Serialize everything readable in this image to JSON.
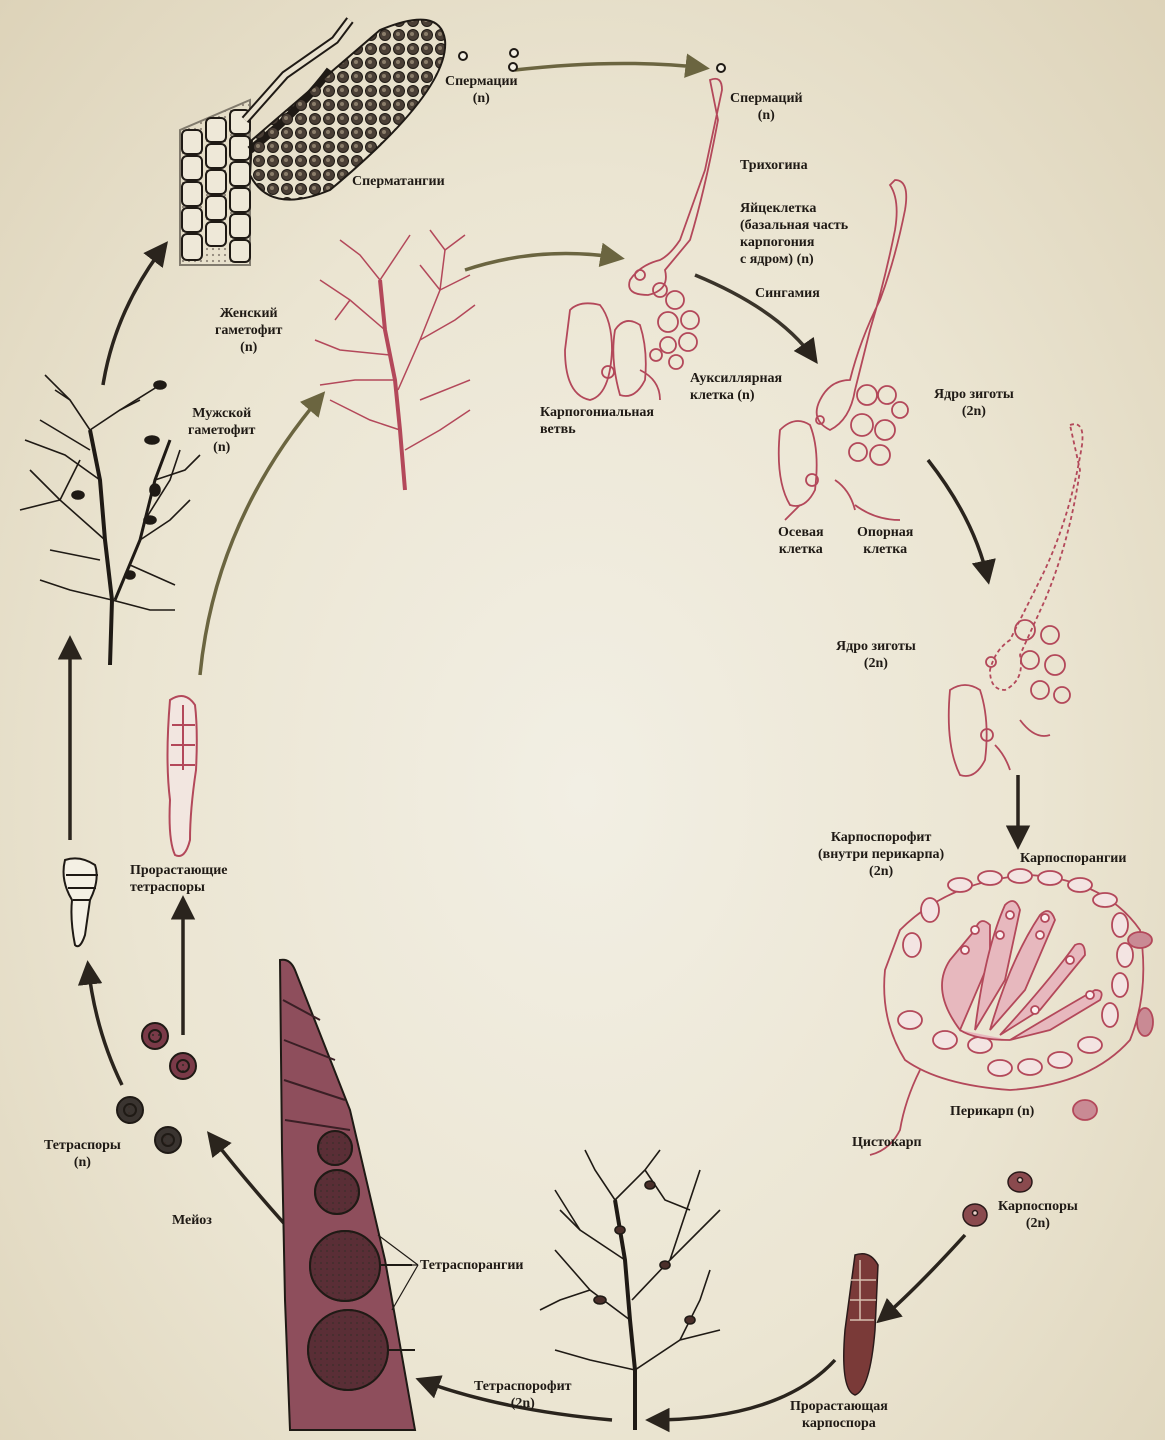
{
  "colors": {
    "paper": "#ece6d4",
    "ink": "#1f1a15",
    "red_ink": "#b3485a",
    "tetra_fill": "#7a3a48",
    "arrow_olive": "#6b6540"
  },
  "labels": {
    "spermatia": {
      "line1": "Спермации",
      "line2": "(n)"
    },
    "spermatium": {
      "line1": "Спермаций",
      "line2": "(n)"
    },
    "spermatangia": "Сперматангии",
    "trichogyne": "Трихогина",
    "egg": {
      "line1": "Яйцеклетка",
      "line2": "(базальная часть",
      "line3": "карпогония",
      "line4": "с ядром)  (n)"
    },
    "syngamy": "Сингамия",
    "female_gametophyte": {
      "line1": "Женский",
      "line2": "гаметофит",
      "line3": "(n)"
    },
    "male_gametophyte": {
      "line1": "Мужской",
      "line2": "гаметофит",
      "line3": "(n)"
    },
    "carpogonial_branch": {
      "line1": "Карпогониальная",
      "line2": "ветвь"
    },
    "auxiliary_cell": {
      "line1": "Ауксиллярная",
      "line2": "клетка  (n)"
    },
    "zygote_nucleus_1": {
      "line1": "Ядро зиготы",
      "line2": "(2n)"
    },
    "axial_cell": {
      "line1": "Осевая",
      "line2": "клетка"
    },
    "support_cell": {
      "line1": "Опорная",
      "line2": "клетка"
    },
    "zygote_nucleus_2": {
      "line1": "Ядро зиготы",
      "line2": "(2n)"
    },
    "carposporophyte": {
      "line1": "Карпоспорофит",
      "line2": "(внутри перикарпа)",
      "line3": "(2n)"
    },
    "carposporangia": "Карпоспорангии",
    "germinating_tetraspores": {
      "line1": "Прорастающие",
      "line2": "тетраспоры"
    },
    "pericarp": "Перикарп  (n)",
    "cystocarp": "Цистокарп",
    "tetraspores": {
      "line1": "Тетраспоры",
      "line2": "(n)"
    },
    "carpospores": {
      "line1": "Карпоспоры",
      "line2": "(2n)"
    },
    "meiosis": "Мейоз",
    "tetrasporangia": "Тетраспорангии",
    "tetrasporophyte": {
      "line1": "Тетраспорофит",
      "line2": "(2n)"
    },
    "germinating_carpospore": {
      "line1": "Прорастающая",
      "line2": "карпоспора"
    }
  }
}
